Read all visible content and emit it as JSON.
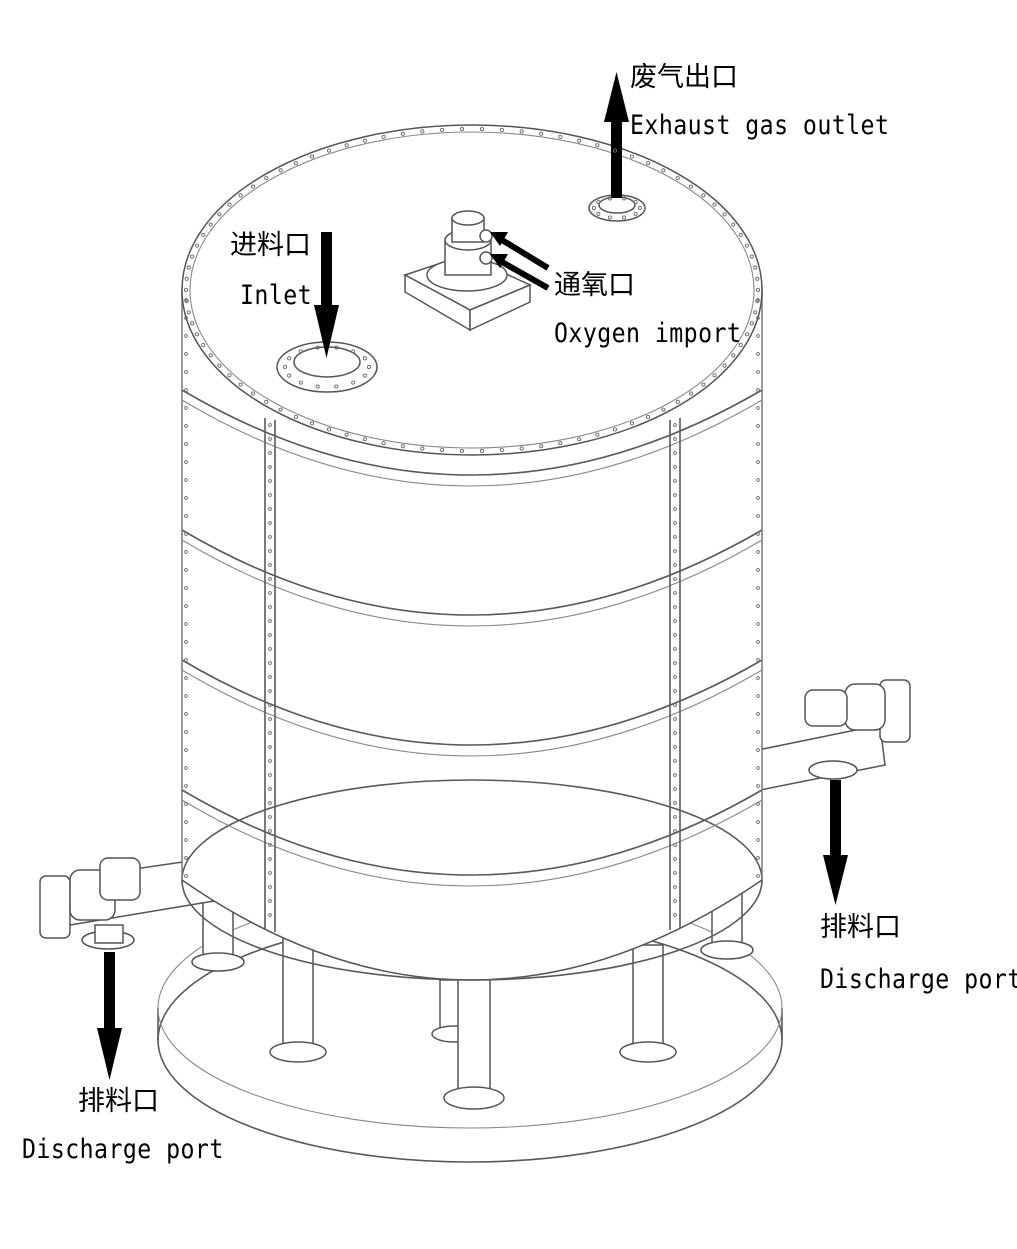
{
  "labels": {
    "exhaust": {
      "cn": "废气出口",
      "en": "Exhaust gas outlet"
    },
    "inlet": {
      "cn": "进料口",
      "en": "Inlet"
    },
    "oxygen": {
      "cn": "通氧口",
      "en": "Oxygen import"
    },
    "discharge_right": {
      "cn": "排料口",
      "en": "Discharge port"
    },
    "discharge_left": {
      "cn": "排料口",
      "en": "Discharge port"
    }
  },
  "colors": {
    "line": "#5a5a5a",
    "arrow": "#000000",
    "background": "#ffffff"
  },
  "icons": {
    "flow_arrow": "arrow-icon"
  }
}
